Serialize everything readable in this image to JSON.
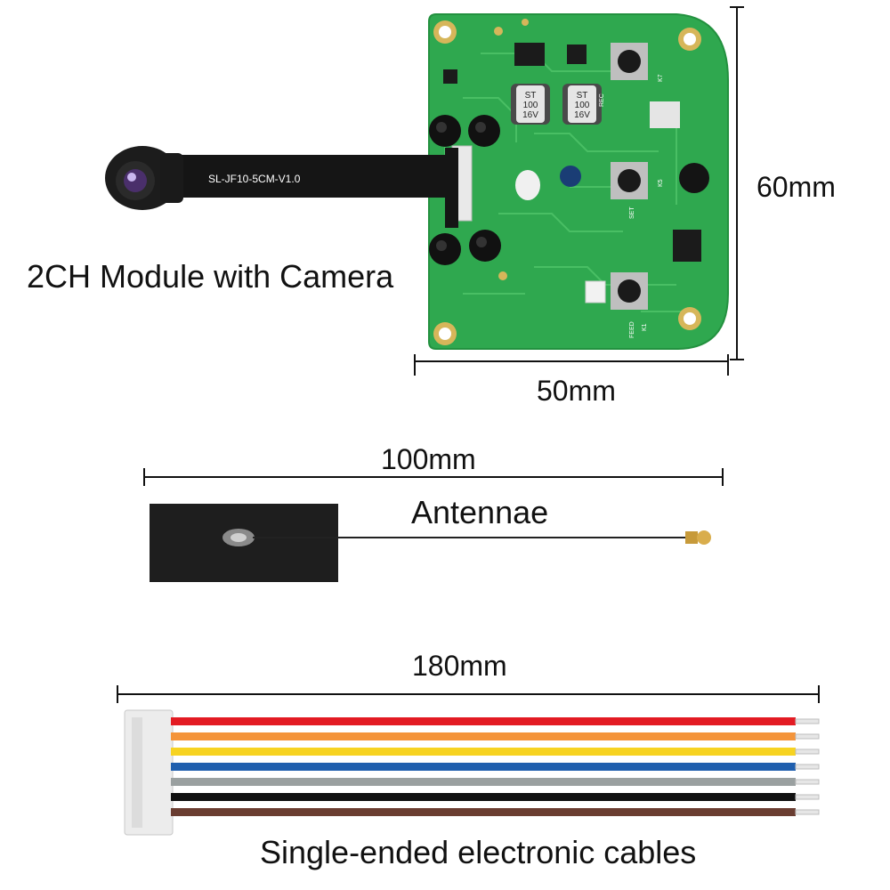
{
  "module": {
    "caption": "2CH Module with Camera",
    "cable_print": "SL-JF10-5CM-V1.0",
    "cap1": [
      "ST",
      "100",
      "16V"
    ],
    "cap2": [
      "ST",
      "100",
      "16V"
    ],
    "height": "60mm",
    "width": "50mm",
    "button_labels": [
      "REC",
      "SET",
      "FEED",
      "K7",
      "K5",
      "K1"
    ]
  },
  "antenna": {
    "length": "100mm",
    "caption": "Antennae"
  },
  "cables": {
    "length": "180mm",
    "caption": "Single-ended electronic cables",
    "wire_colors": [
      "#e31b23",
      "#f4943a",
      "#f7d321",
      "#1f5fae",
      "#9aa0a0",
      "#111111",
      "#6a3d31"
    ]
  },
  "colors": {
    "pcb": "#2fa84f",
    "pcb_dark": "#208a3c",
    "dimension_line": "#111111"
  }
}
